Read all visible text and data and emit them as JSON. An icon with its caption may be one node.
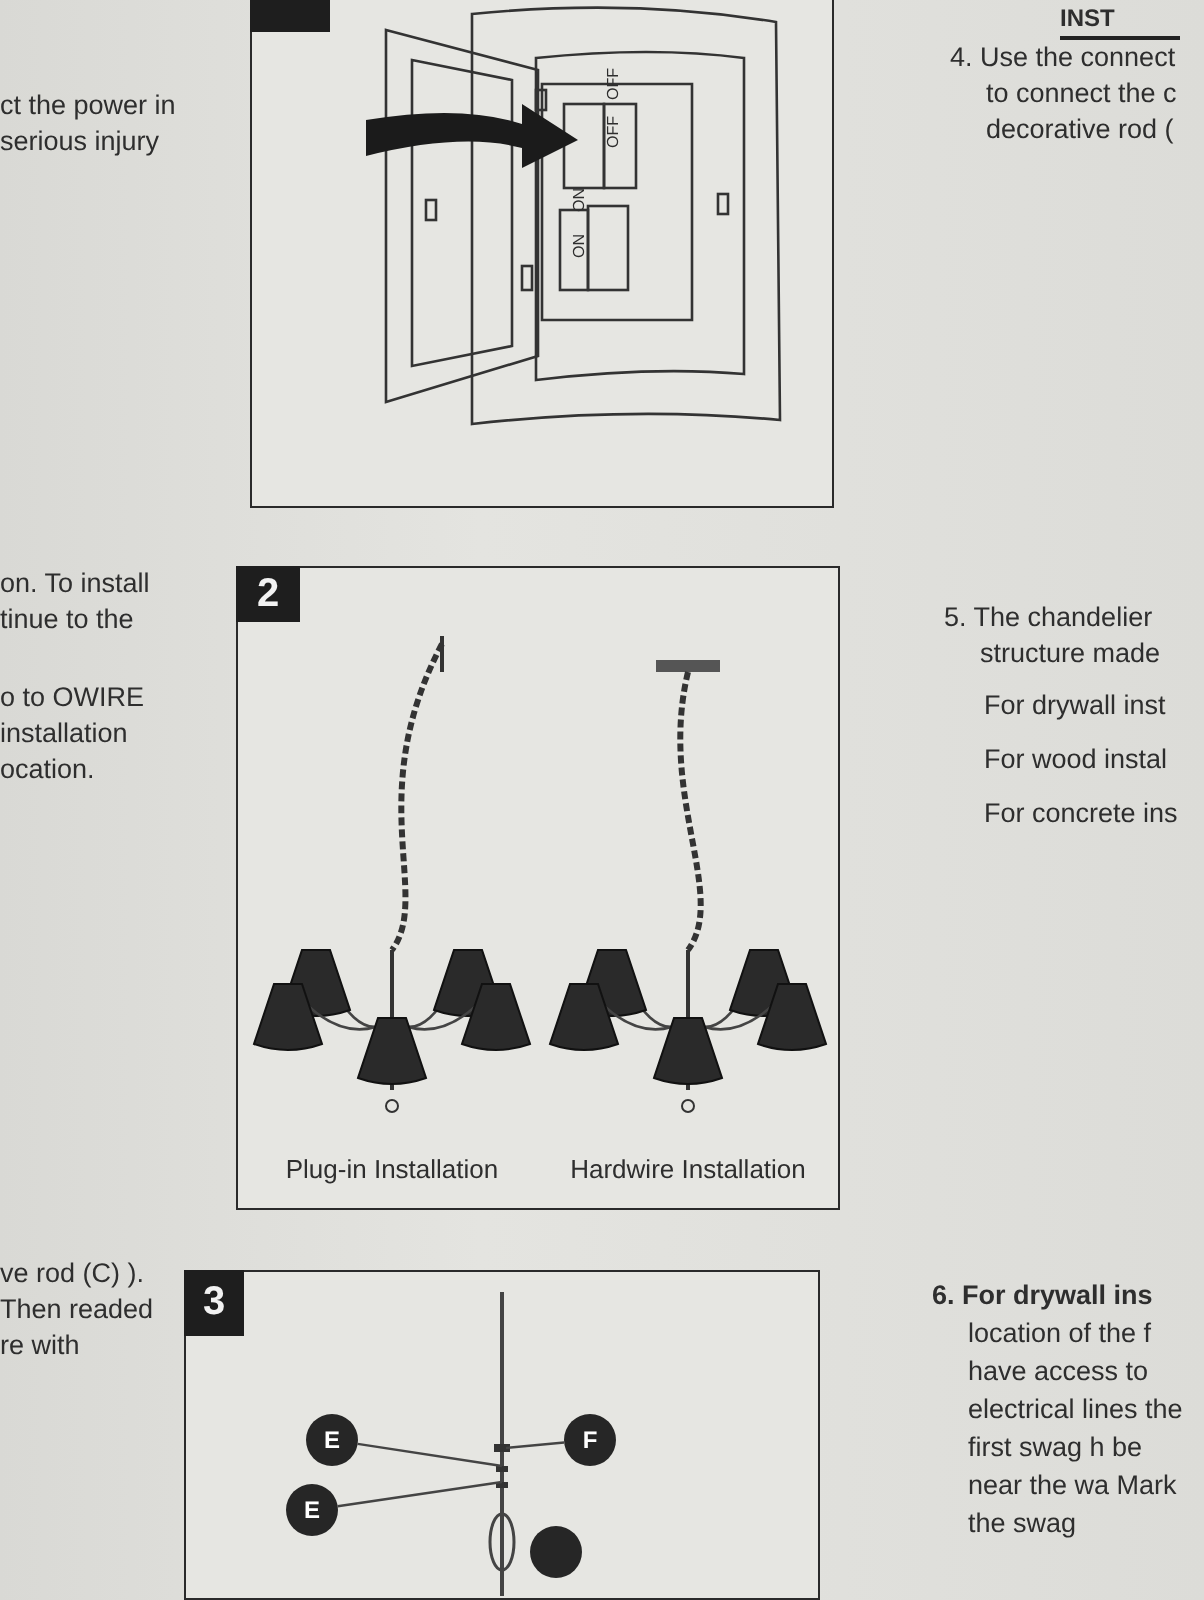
{
  "diagram": {
    "nodes": [
      {
        "text": [],
        "shape": "box"
      },
      {
        "text": [
          "2"
        ]
      },
      {
        "text": [
          "Plug-in Installation"
        ],
        "in": 1
      },
      {
        "text": [
          "Hardwire Installation"
        ],
        "in": 1
      },
      {
        "text": [
          "3"
        ]
      },
      {
        "text": [
          "E"
        ],
        "in": 4
      },
      {
        "text": [
          "F"
        ],
        "in": 4
      },
      {
        "text": [
          "E"
        ],
        "in": 4
      },
      {
        "text": [],
        "shape": "circle",
        "in": 4
      }
    ],
    "edges": [
      {
        "from": 5,
        "to": null,
        "arrow": "none"
      },
      {
        "from": 6,
        "to": null,
        "arrow": "none"
      },
      {
        "from": 7,
        "to": null,
        "arrow": "none"
      }
    ],
    "labels": [
      "INST",
      "4. Use the connect to connect the c decorative rod (",
      "ct the power in serious injury",
      "OFF",
      "OFF",
      "ON",
      "ON",
      "on. To install tinue to the",
      "o to OWIRE installation ocation.",
      "5. The chandelier structure made",
      "For drywall inst",
      "For wood instal",
      "For concrete ins",
      "ve rod (C) ). Then readed re with",
      "**6. For drywall ins** location of the f have access to electrical lines the first swag h be near the wa Mark the swag"
    ]
  }
}
